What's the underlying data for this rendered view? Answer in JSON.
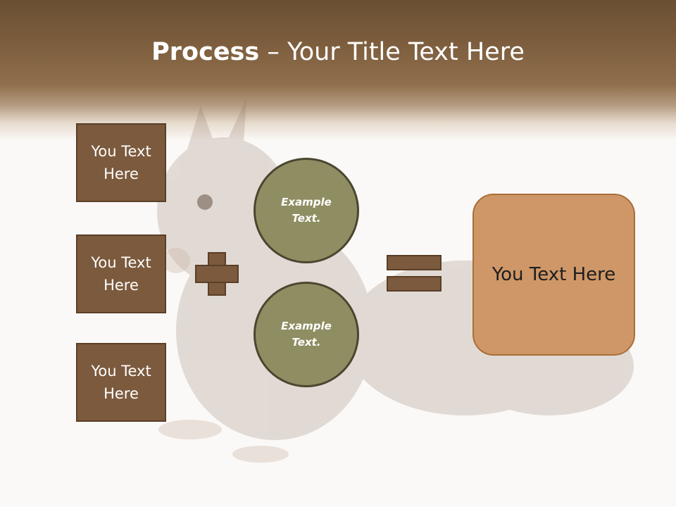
{
  "title": {
    "bold": "Process",
    "rest": " – Your Title Text Here"
  },
  "left_boxes": [
    {
      "label": "You Text Here"
    },
    {
      "label": "You Text Here"
    },
    {
      "label": "You Text Here"
    }
  ],
  "circles": [
    {
      "label": "Example Text."
    },
    {
      "label": "Example Text."
    }
  ],
  "result": {
    "label": "You Text Here"
  },
  "colors": {
    "header_brown": "#7c5d3d",
    "box_brown": "#7c5a3d",
    "circle_olive": "#8f8e62",
    "result_orange": "#cf9767"
  }
}
